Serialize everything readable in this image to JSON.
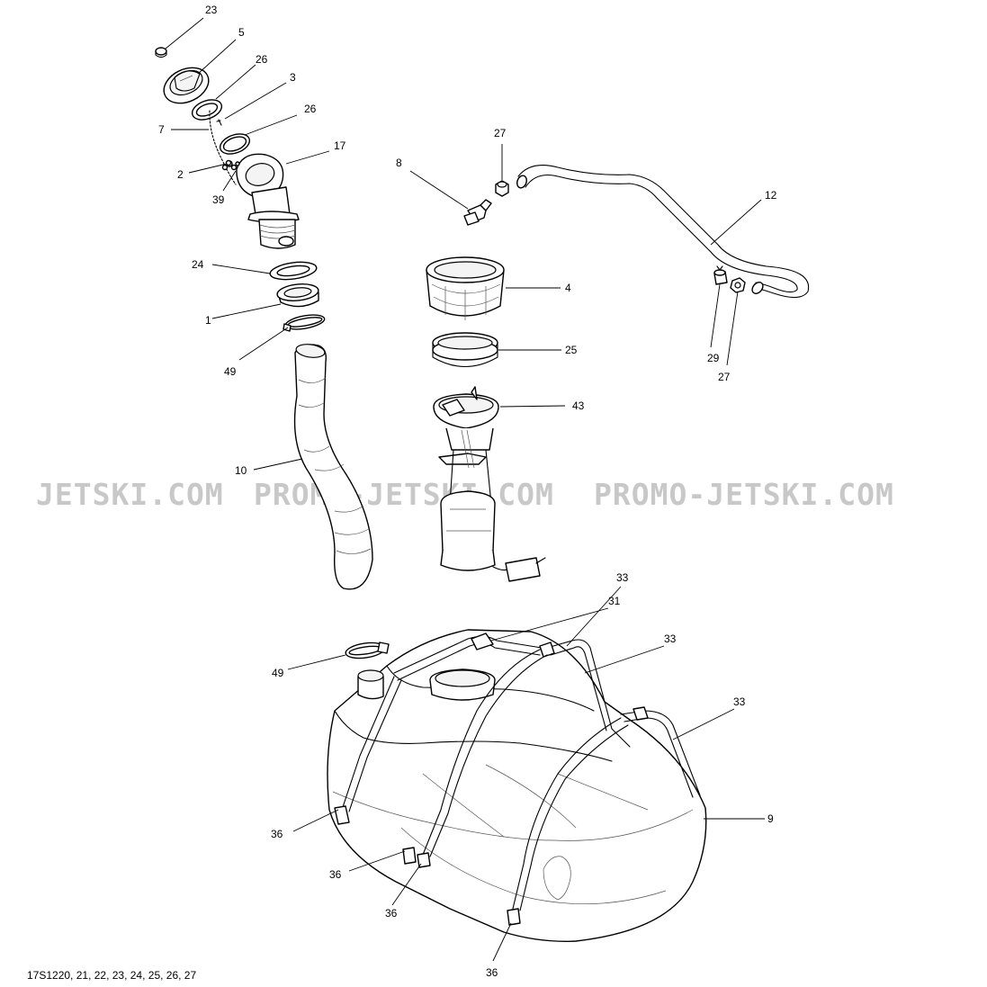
{
  "reference_code": "17S1220, 21, 22, 23, 24, 25, 26, 27",
  "watermark": {
    "left": "JETSKI.COM",
    "middle": "PROMO-JETSKI.COM",
    "right": "PROMO-JETSKI.COM"
  },
  "callouts": {
    "c23": "23",
    "c5": "5",
    "c26a": "26",
    "c3": "3",
    "c26b": "26",
    "c7": "7",
    "c17": "17",
    "c2": "2",
    "c39": "39",
    "c27a": "27",
    "c8": "8",
    "c12": "12",
    "c24": "24",
    "c4": "4",
    "c1": "1",
    "c29": "29",
    "c27b": "27",
    "c25": "25",
    "c49a": "49",
    "c43": "43",
    "c10": "10",
    "c31": "31",
    "c33a": "33",
    "c33b": "33",
    "c49b": "49",
    "c33c": "33",
    "c9": "9",
    "c36a": "36",
    "c36b": "36",
    "c36c": "36",
    "c36d": "36"
  }
}
